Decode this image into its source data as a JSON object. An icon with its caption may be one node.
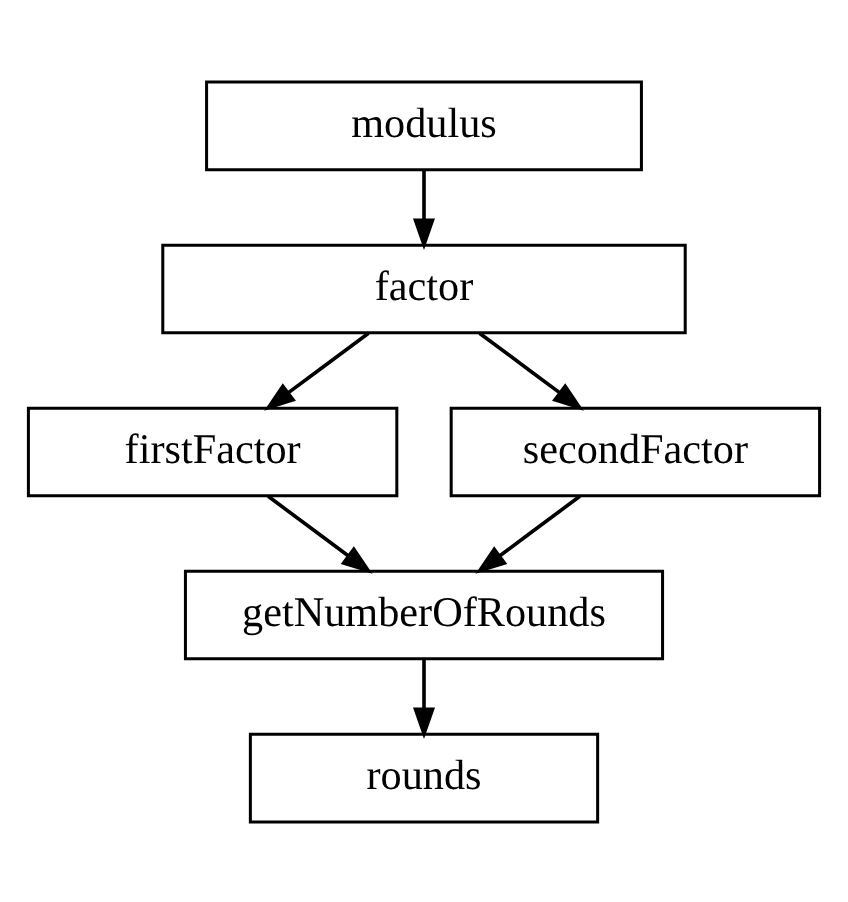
{
  "diagram": {
    "nodes": [
      {
        "text": [
          "modulus"
        ]
      },
      {
        "text": [
          "factor"
        ]
      },
      {
        "text": [
          "firstFactor"
        ]
      },
      {
        "text": [
          "secondFactor"
        ]
      },
      {
        "text": [
          "getNumberOfRounds"
        ]
      },
      {
        "text": [
          "rounds"
        ]
      }
    ],
    "edges": [
      {
        "from": 0,
        "to": 1,
        "arrow": "to"
      },
      {
        "from": 1,
        "to": 2,
        "arrow": "to"
      },
      {
        "from": 1,
        "to": 3,
        "arrow": "to"
      },
      {
        "from": 2,
        "to": 4,
        "arrow": "to"
      },
      {
        "from": 3,
        "to": 4,
        "arrow": "to"
      },
      {
        "from": 4,
        "to": 5,
        "arrow": "to"
      }
    ]
  }
}
